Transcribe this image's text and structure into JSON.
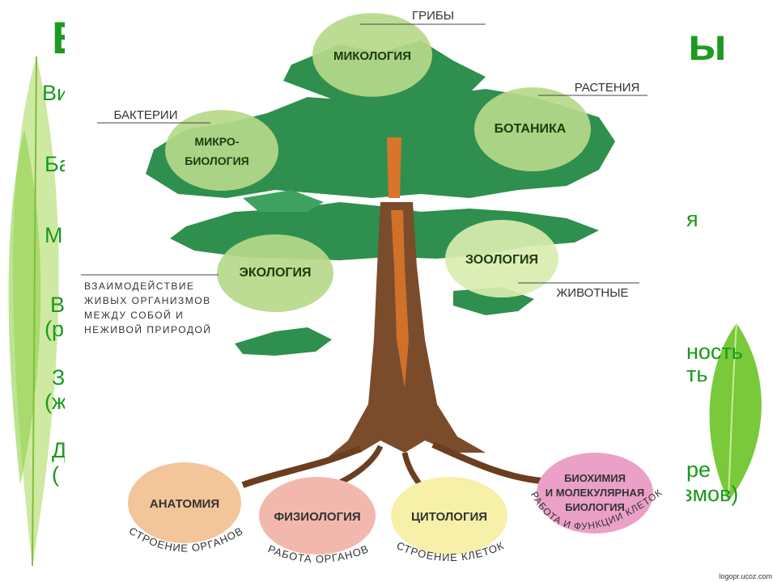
{
  "slide": {
    "title_fragments": [
      "Б",
      "ы"
    ],
    "left_fragments": [
      "Ви",
      "Ба",
      "М",
      "В",
      "(р",
      "З",
      "(ж",
      "Д",
      "("
    ],
    "right_fragments": [
      "я",
      "ность",
      "ть",
      "ре",
      "измов)"
    ]
  },
  "tree": {
    "branches": [
      {
        "label": "МИКОЛОГИЯ",
        "caption": "ГРИБЫ",
        "color": "#b6d98a"
      },
      {
        "label": "БОТАНИКА",
        "caption": "РАСТЕНИЯ",
        "color": "#b6d98a"
      },
      {
        "label_line1": "МИКРО-",
        "label_line2": "БИОЛОГИЯ",
        "caption": "БАКТЕРИИ",
        "color": "#b6d98a"
      },
      {
        "label": "ЭКОЛОГИЯ",
        "caption_lines": [
          "ВЗАИМОДЕЙСТВИЕ",
          "ЖИВЫХ ОРГАНИЗМОВ",
          "МЕЖДУ СОБОЙ И",
          "НЕЖИВОЙ ПРИРОДОЙ"
        ],
        "color": "#b6d98a"
      },
      {
        "label": "ЗООЛОГИЯ",
        "caption": "ЖИВОТНЫЕ",
        "color": "#d9ecb0"
      }
    ],
    "roots": [
      {
        "label": "АНАТОМИЯ",
        "caption": "СТРОЕНИЕ ОРГАНОВ",
        "color": "#f3c59a"
      },
      {
        "label": "ФИЗИОЛОГИЯ",
        "caption": "РАБОТА ОРГАНОВ",
        "color": "#f2b8ae"
      },
      {
        "label": "ЦИТОЛОГИЯ",
        "caption": "СТРОЕНИЕ КЛЕТОК",
        "color": "#f6f0a8"
      },
      {
        "label_line1": "БИОХИМИЯ",
        "label_line2": "И МОЛЕКУЛЯРНАЯ",
        "label_line3": "БИОЛОГИЯ",
        "caption": "РАБОТА И ФУНКЦИИ КЛЕТОК",
        "color": "#eba0c8"
      }
    ]
  },
  "watermark": "logopr.ucoz.com",
  "colors": {
    "foliage": "#2f8f4e",
    "foliage_light": "#3fa35f",
    "trunk": "#7a4c2c",
    "trunk_core": "#d9752a",
    "text_green": "#1d9b21"
  }
}
